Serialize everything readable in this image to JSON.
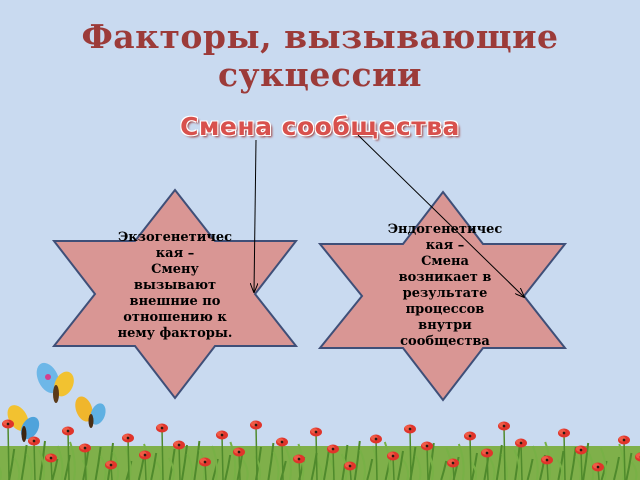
{
  "slide": {
    "title_line1": "Факторы, вызывающие",
    "title_line2": "сукцессии",
    "subtitle": "Смена сообщества"
  },
  "left_star": {
    "line1": "Экзогенетичес",
    "line2": "кая –",
    "line3": "Смену",
    "line4": "вызывают",
    "line5": "внешние по",
    "line6": "отношению к",
    "line7": "нему факторы."
  },
  "right_star": {
    "line1": "Эндогенетичес",
    "line2": "кая –",
    "line3": "Смена",
    "line4": "возникает в",
    "line5": "результате",
    "line6": "процессов",
    "line7": "внутри",
    "line8": "сообщества"
  },
  "colors": {
    "background": "#c9daf0",
    "title": "#9c3b39",
    "subtitle": "#d8514d",
    "star_fill": "#d99694",
    "star_stroke": "#3f4f78",
    "poppy": "#e0342b",
    "grass": "#6aa33f"
  }
}
